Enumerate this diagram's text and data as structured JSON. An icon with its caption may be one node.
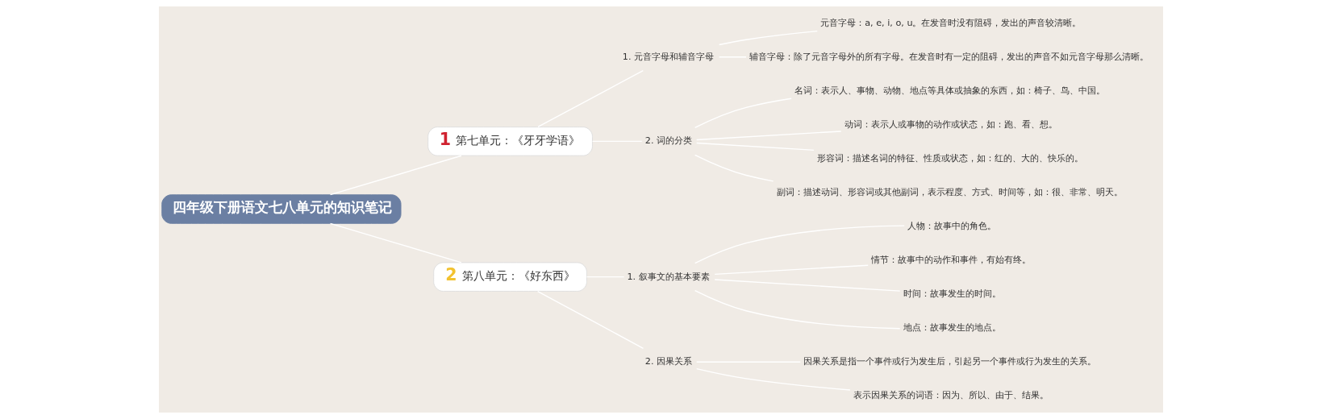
{
  "diagram": {
    "nodes": [
      {
        "text": [
          "四年级下册语文七八单元的知识笔记"
        ]
      },
      {
        "text": [
          "1",
          "第七单元：《牙牙学语》"
        ]
      },
      {
        "text": [
          "1. 元音字母和辅音字母"
        ]
      },
      {
        "text": [
          "元音字母：a, e, i, o, u。在发音时没有阻碍，发出的声音较清晰。"
        ]
      },
      {
        "text": [
          "辅音字母：除了元音字母外的所有字母。在发音时有一定的阻碍，发出的声音不如元音字母那么清晰。"
        ]
      },
      {
        "text": [
          "2. 词的分类"
        ]
      },
      {
        "text": [
          "名词：表示人、事物、动物、地点等具体或抽象的东西，如：椅子、鸟、中国。"
        ]
      },
      {
        "text": [
          "动词：表示人或事物的动作或状态，如：跑、看、想。"
        ]
      },
      {
        "text": [
          "形容词：描述名词的特征、性质或状态，如：红的、大的、快乐的。"
        ]
      },
      {
        "text": [
          "副词：描述动词、形容词或其他副词，表示程度、方式、时间等，如：很、非常、明天。"
        ]
      },
      {
        "text": [
          "2",
          "第八单元：《好东西》"
        ]
      },
      {
        "text": [
          "1. 叙事文的基本要素"
        ]
      },
      {
        "text": [
          "人物：故事中的角色。"
        ]
      },
      {
        "text": [
          "情节：故事中的动作和事件，有始有终。"
        ]
      },
      {
        "text": [
          "时间：故事发生的时间。"
        ]
      },
      {
        "text": [
          "地点：故事发生的地点。"
        ]
      },
      {
        "text": [
          "2. 因果关系"
        ]
      },
      {
        "text": [
          "因果关系是指一个事件或行为发生后，引起另一个事件或行为发生的关系。"
        ]
      },
      {
        "text": [
          "表示因果关系的词语：因为、所以、由于、结果。"
        ]
      }
    ],
    "edges": [
      {
        "from": 0,
        "to": 1,
        "arrow": "none"
      },
      {
        "from": 1,
        "to": 2,
        "arrow": "none"
      },
      {
        "from": 2,
        "to": 3,
        "arrow": "none"
      },
      {
        "from": 2,
        "to": 4,
        "arrow": "none"
      },
      {
        "from": 1,
        "to": 5,
        "arrow": "none"
      },
      {
        "from": 5,
        "to": 6,
        "arrow": "none"
      },
      {
        "from": 5,
        "to": 7,
        "arrow": "none"
      },
      {
        "from": 5,
        "to": 8,
        "arrow": "none"
      },
      {
        "from": 5,
        "to": 9,
        "arrow": "none"
      },
      {
        "from": 0,
        "to": 10,
        "arrow": "none"
      },
      {
        "from": 10,
        "to": 11,
        "arrow": "none"
      },
      {
        "from": 11,
        "to": 12,
        "arrow": "none"
      },
      {
        "from": 11,
        "to": 13,
        "arrow": "none"
      },
      {
        "from": 11,
        "to": 14,
        "arrow": "none"
      },
      {
        "from": 11,
        "to": 15,
        "arrow": "none"
      },
      {
        "from": 10,
        "to": 16,
        "arrow": "none"
      },
      {
        "from": 16,
        "to": 17,
        "arrow": "none"
      },
      {
        "from": 16,
        "to": 18,
        "arrow": "none"
      }
    ]
  }
}
